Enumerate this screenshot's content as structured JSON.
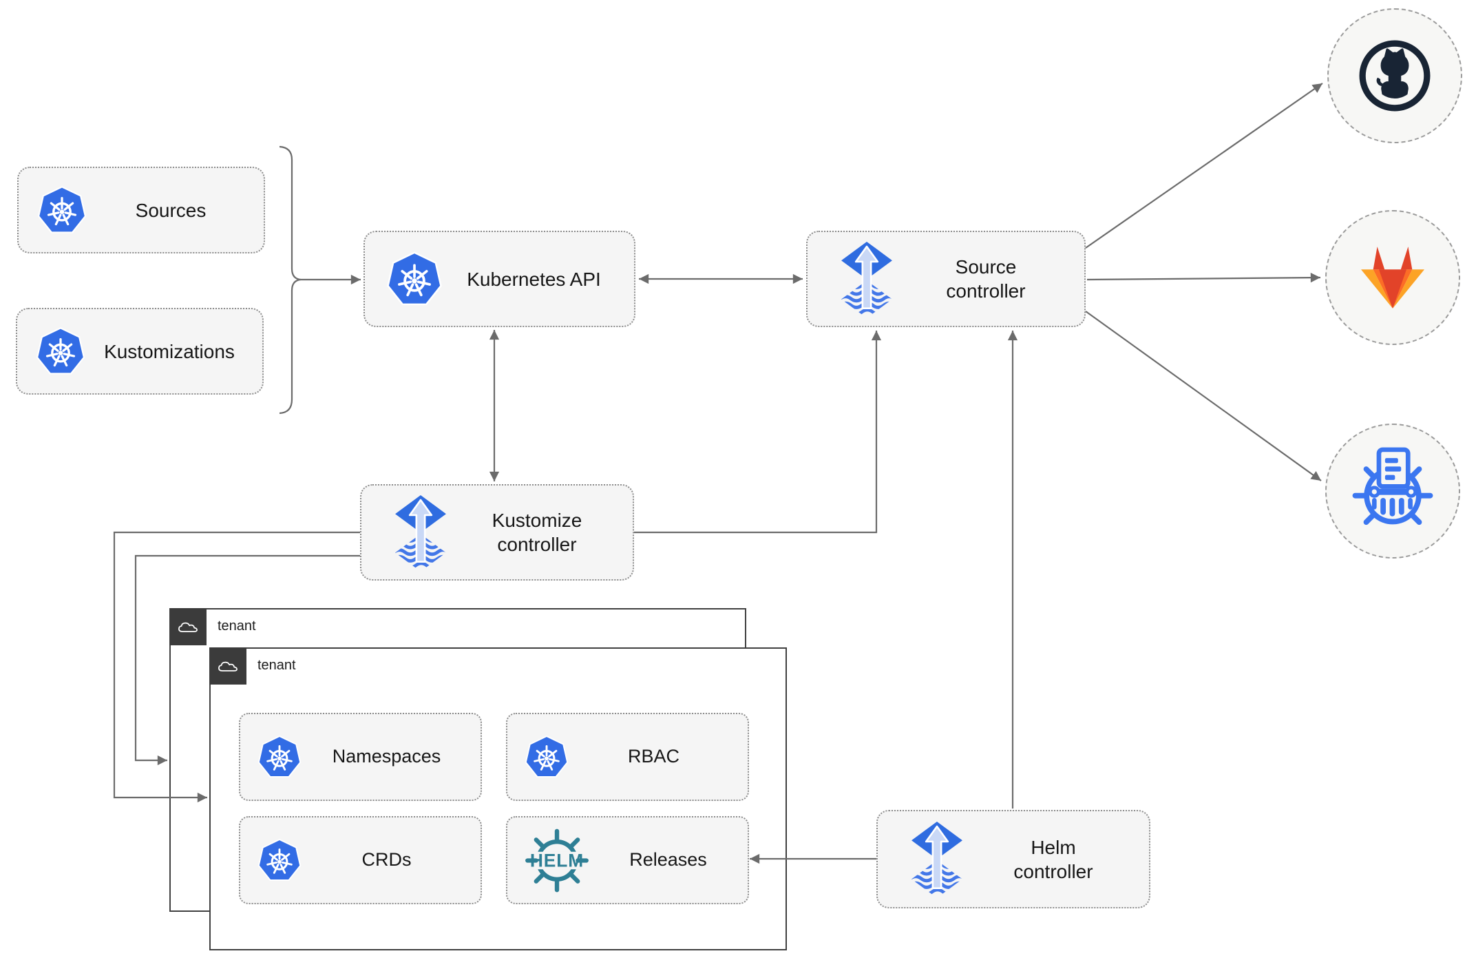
{
  "colors": {
    "kubernetes-blue": "#326ce5",
    "flux-blue": "#2f6ce0",
    "flux-wave-blue": "#4377e8",
    "flux-arrow-light": "#c9d8f6",
    "helm-teal": "#2e7f95",
    "github-navy": "#182434",
    "gitlab-red": "#e24329",
    "gitlab-orange": "#fc6d26",
    "gitlab-amber": "#fca326",
    "chartmuseum-blue": "#3b76f0",
    "connector-gray": "#6b6b6b",
    "node-bg": "#f5f5f5",
    "circle-bg": "#f7f7f5",
    "tenant-header-bg": "#3b3b3b",
    "tenant-border": "#404040",
    "text-color": "#161616"
  },
  "nodes": {
    "sources": {
      "label": "Sources"
    },
    "kustomizations": {
      "label": "Kustomizations"
    },
    "kubernetes_api": {
      "label": "Kubernetes API"
    },
    "source_controller": {
      "line1": "Source",
      "line2": "controller"
    },
    "kustomize_controller": {
      "line1": "Kustomize",
      "line2": "controller"
    },
    "helm_controller": {
      "line1": "Helm",
      "line2": "controller"
    },
    "namespaces": {
      "label": "Namespaces"
    },
    "rbac": {
      "label": "RBAC"
    },
    "crds": {
      "label": "CRDs"
    },
    "releases": {
      "label": "Releases",
      "logo_text": "HELM"
    }
  },
  "tenants": {
    "outer": {
      "label": "tenant"
    },
    "inner": {
      "label": "tenant"
    }
  },
  "externals": {
    "github": {
      "icon": "github-octocat-icon"
    },
    "gitlab": {
      "icon": "gitlab-tanuki-icon"
    },
    "helm_repository": {
      "icon": "helm-chart-repository-icon"
    }
  }
}
